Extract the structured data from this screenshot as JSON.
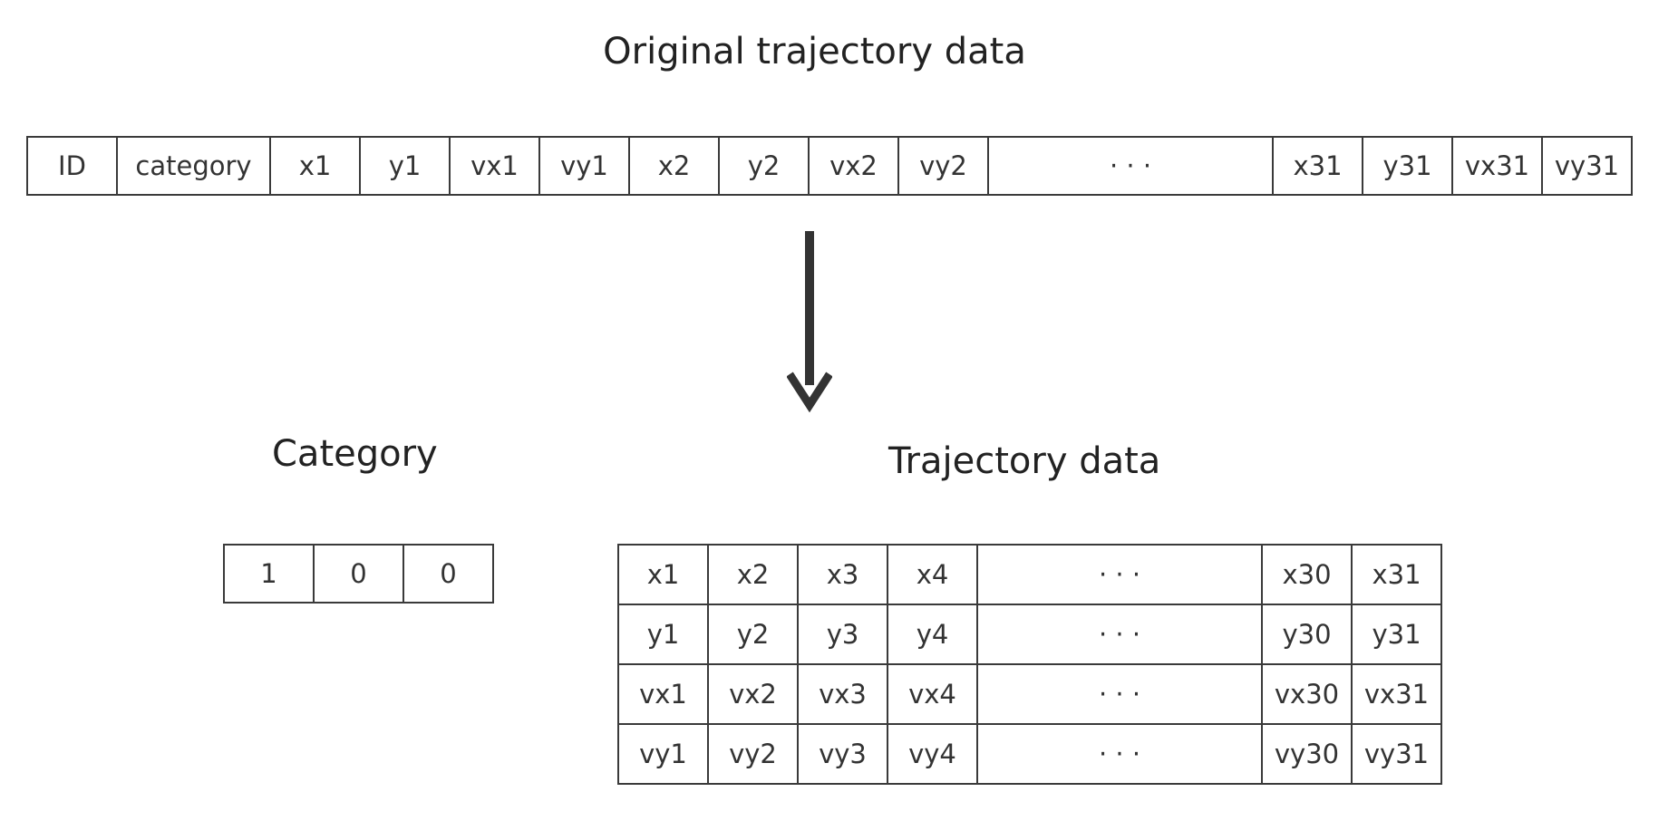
{
  "top_title": "Original trajectory data",
  "top_row": [
    "ID",
    "category",
    "x1",
    "y1",
    "vx1",
    "vy1",
    "x2",
    "y2",
    "vx2",
    "vy2",
    "· · ·",
    "x31",
    "y31",
    "vx31",
    "vy31"
  ],
  "category_title": "Category",
  "category_values": [
    "1",
    "0",
    "0"
  ],
  "trajectory_title": "Trajectory data",
  "trajectory_rows": [
    [
      "x1",
      "x2",
      "x3",
      "x4",
      "· · ·",
      "x30",
      "x31"
    ],
    [
      "y1",
      "y2",
      "y3",
      "y4",
      "· · ·",
      "y30",
      "y31"
    ],
    [
      "vx1",
      "vx2",
      "vx3",
      "vx4",
      "· · ·",
      "vx30",
      "vx31"
    ],
    [
      "vy1",
      "vy2",
      "vy3",
      "vy4",
      "· · ·",
      "vy30",
      "vy31"
    ]
  ]
}
